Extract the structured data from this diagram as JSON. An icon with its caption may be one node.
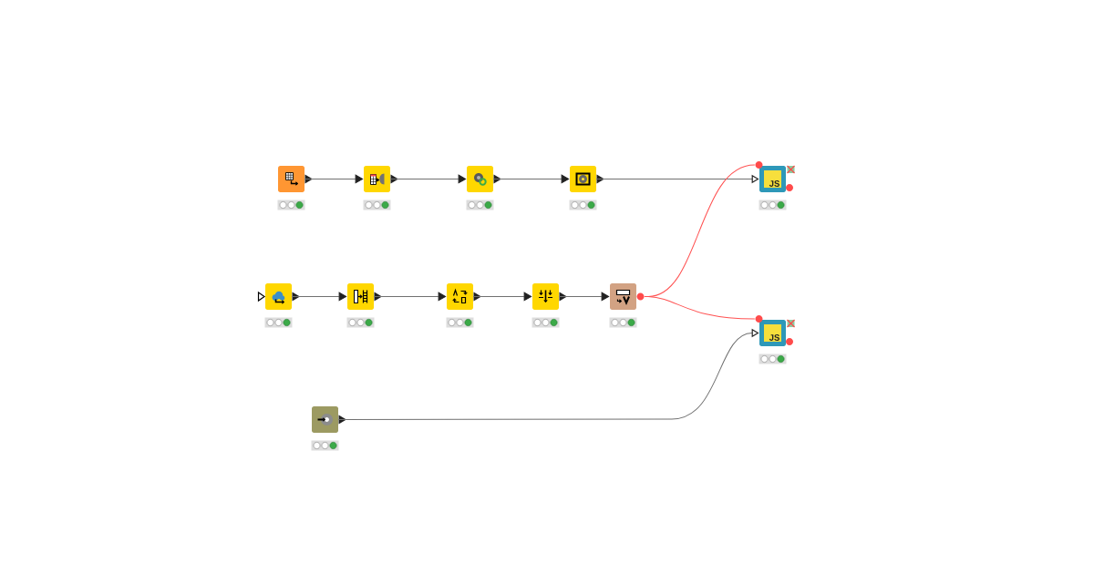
{
  "diagram": {
    "nodes": [
      {
        "text": [],
        "shape": "box"
      },
      {
        "text": [],
        "shape": "box"
      },
      {
        "text": [],
        "shape": "box"
      },
      {
        "text": [],
        "shape": "box"
      },
      {
        "text": [
          "JS"
        ]
      },
      {
        "text": [],
        "shape": "box"
      },
      {
        "text": [],
        "shape": "box"
      },
      {
        "text": [],
        "shape": "box"
      },
      {
        "text": [],
        "shape": "box"
      },
      {
        "text": [],
        "shape": "box"
      },
      {
        "text": [
          "JS"
        ]
      },
      {
        "text": [],
        "shape": "box"
      }
    ],
    "edges": [
      {
        "from": 0,
        "to": 1,
        "arrow": "to"
      },
      {
        "from": 1,
        "to": 2,
        "arrow": "to"
      },
      {
        "from": 2,
        "to": 3,
        "arrow": "to"
      },
      {
        "from": 3,
        "to": 4,
        "arrow": "to"
      },
      {
        "from": 5,
        "to": 6,
        "arrow": "to"
      },
      {
        "from": 6,
        "to": 7,
        "arrow": "to"
      },
      {
        "from": 7,
        "to": 8,
        "arrow": "to"
      },
      {
        "from": 8,
        "to": 9,
        "arrow": "to"
      },
      {
        "from": 9,
        "to": 4,
        "arrow": "none",
        "color": "#ff5252"
      },
      {
        "from": 9,
        "to": 10,
        "arrow": "none",
        "color": "#ff5252"
      },
      {
        "from": 11,
        "to": 10,
        "arrow": "to"
      }
    ]
  }
}
